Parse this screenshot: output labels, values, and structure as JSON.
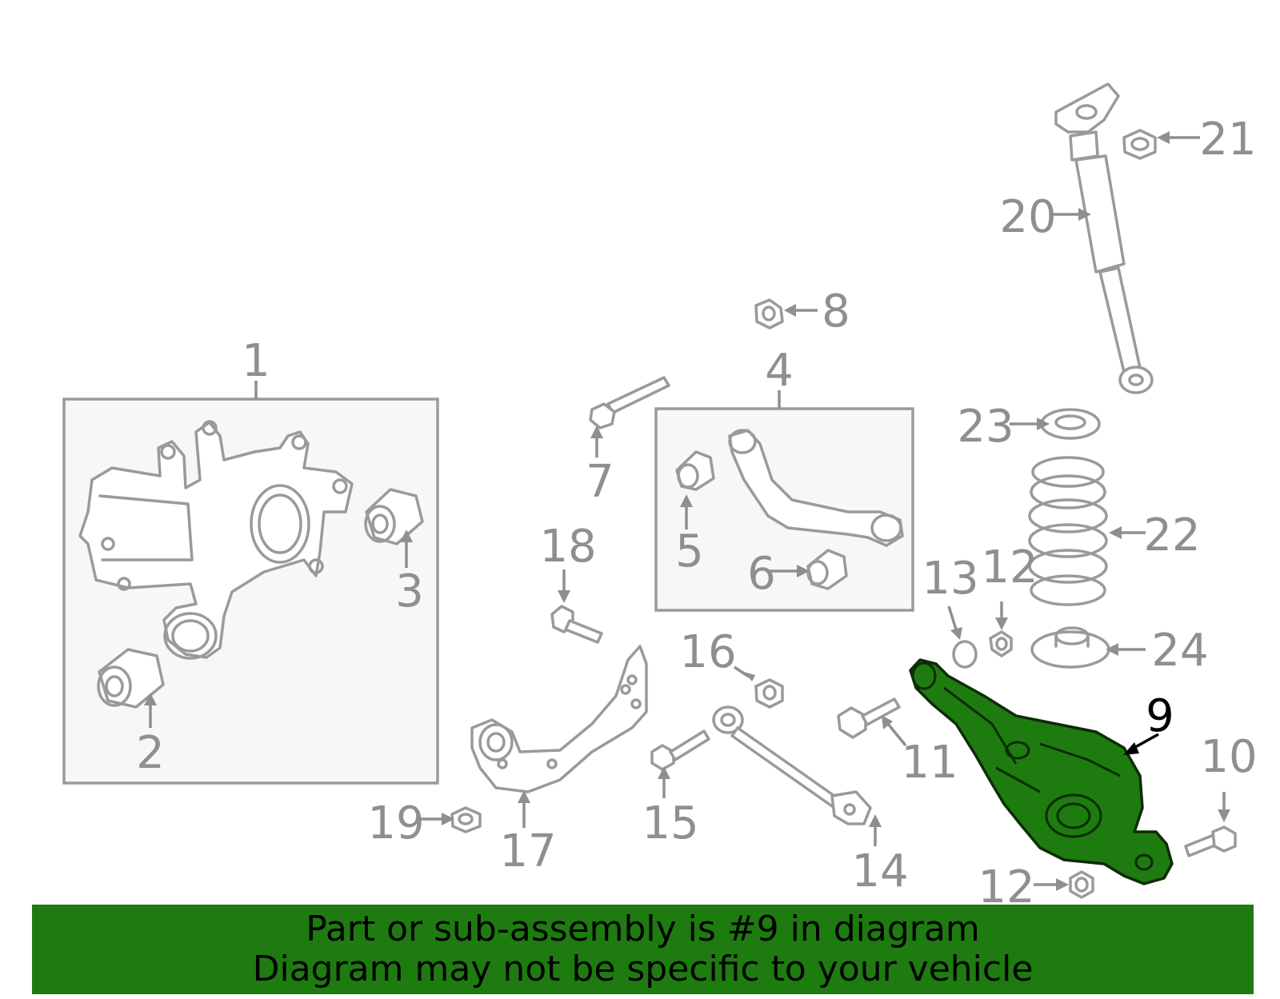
{
  "highlight_color": "#1e7b10",
  "callouts": {
    "c1": "1",
    "c2": "2",
    "c3": "3",
    "c4": "4",
    "c5": "5",
    "c6": "6",
    "c7": "7",
    "c8": "8",
    "c9": "9",
    "c10": "10",
    "c11": "11",
    "c12a": "12",
    "c12b": "12",
    "c13": "13",
    "c14": "14",
    "c15": "15",
    "c16": "16",
    "c17": "17",
    "c18": "18",
    "c19": "19",
    "c20": "20",
    "c21": "21",
    "c22": "22",
    "c23": "23",
    "c24": "24"
  },
  "banner": {
    "line1": "Part or sub-assembly is #9 in diagram",
    "line2": "Diagram may not be specific to your vehicle"
  }
}
